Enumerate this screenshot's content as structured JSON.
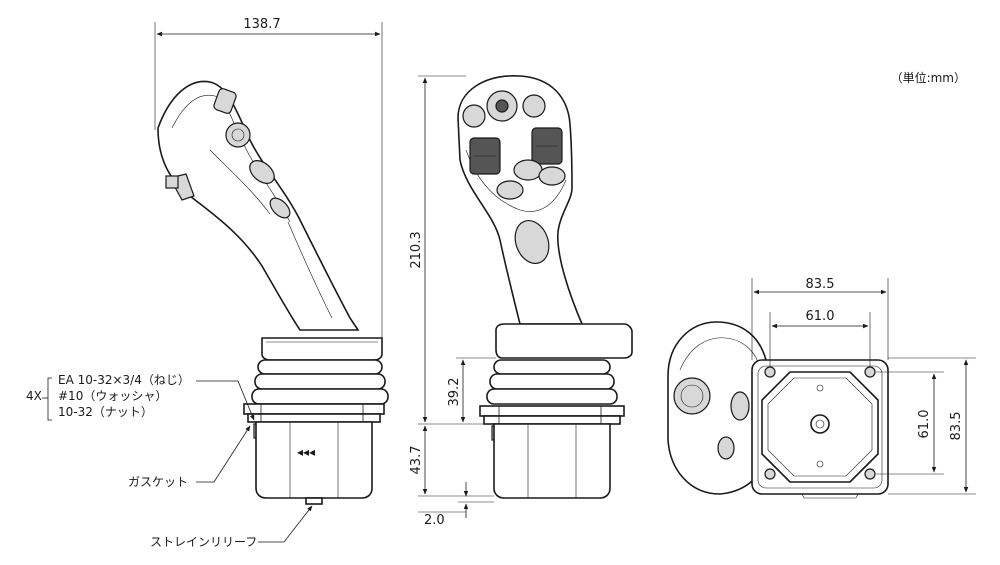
{
  "units_note": "（単位:mm）",
  "dimensions": {
    "overall_width": "138.7",
    "height_total": "210.3",
    "boot_height": "39.2",
    "below_mount": "43.7",
    "strain_relief": "2.0",
    "flange_outer_h": "83.5",
    "flange_inner_h": "61.0",
    "flange_outer_v": "83.5",
    "flange_inner_v": "61.0"
  },
  "hardware": {
    "quantity": "4X",
    "screw": "EA 10-32×3/4（ねじ）",
    "washer": "#10（ウォッシャ）",
    "nut": "10-32（ナット）"
  },
  "labels": {
    "gasket": "ガスケット",
    "strain_relief": "ストレインリリーフ",
    "arrow_mark": "◂◂◂"
  }
}
